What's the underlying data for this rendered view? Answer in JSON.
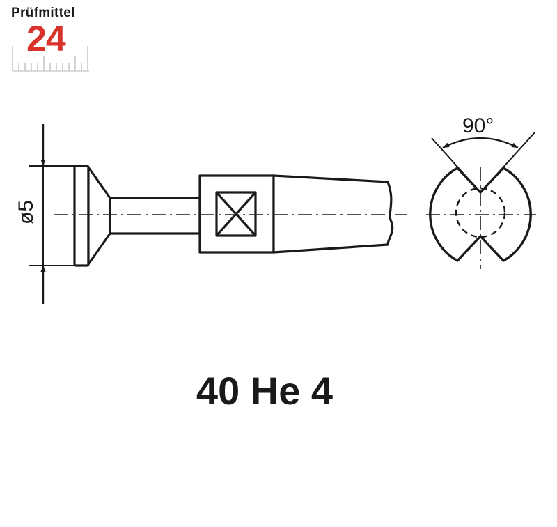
{
  "logo": {
    "brand": "Prüfmittel",
    "number": "24",
    "accent_color": "#d9322b"
  },
  "drawing": {
    "diameter_label": "ø5",
    "angle_label": "90°"
  },
  "product": {
    "model": "40 He 4"
  }
}
